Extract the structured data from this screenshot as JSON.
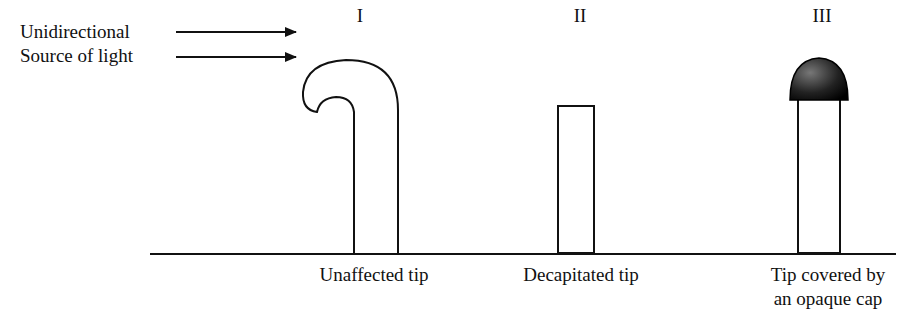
{
  "diagram": {
    "labels": [
      "I",
      "II",
      "III",
      "Unidirectional Source of light",
      "Unaffected tip",
      "Decapitated tip",
      "Tip covered by an opaque cap"
    ]
  }
}
